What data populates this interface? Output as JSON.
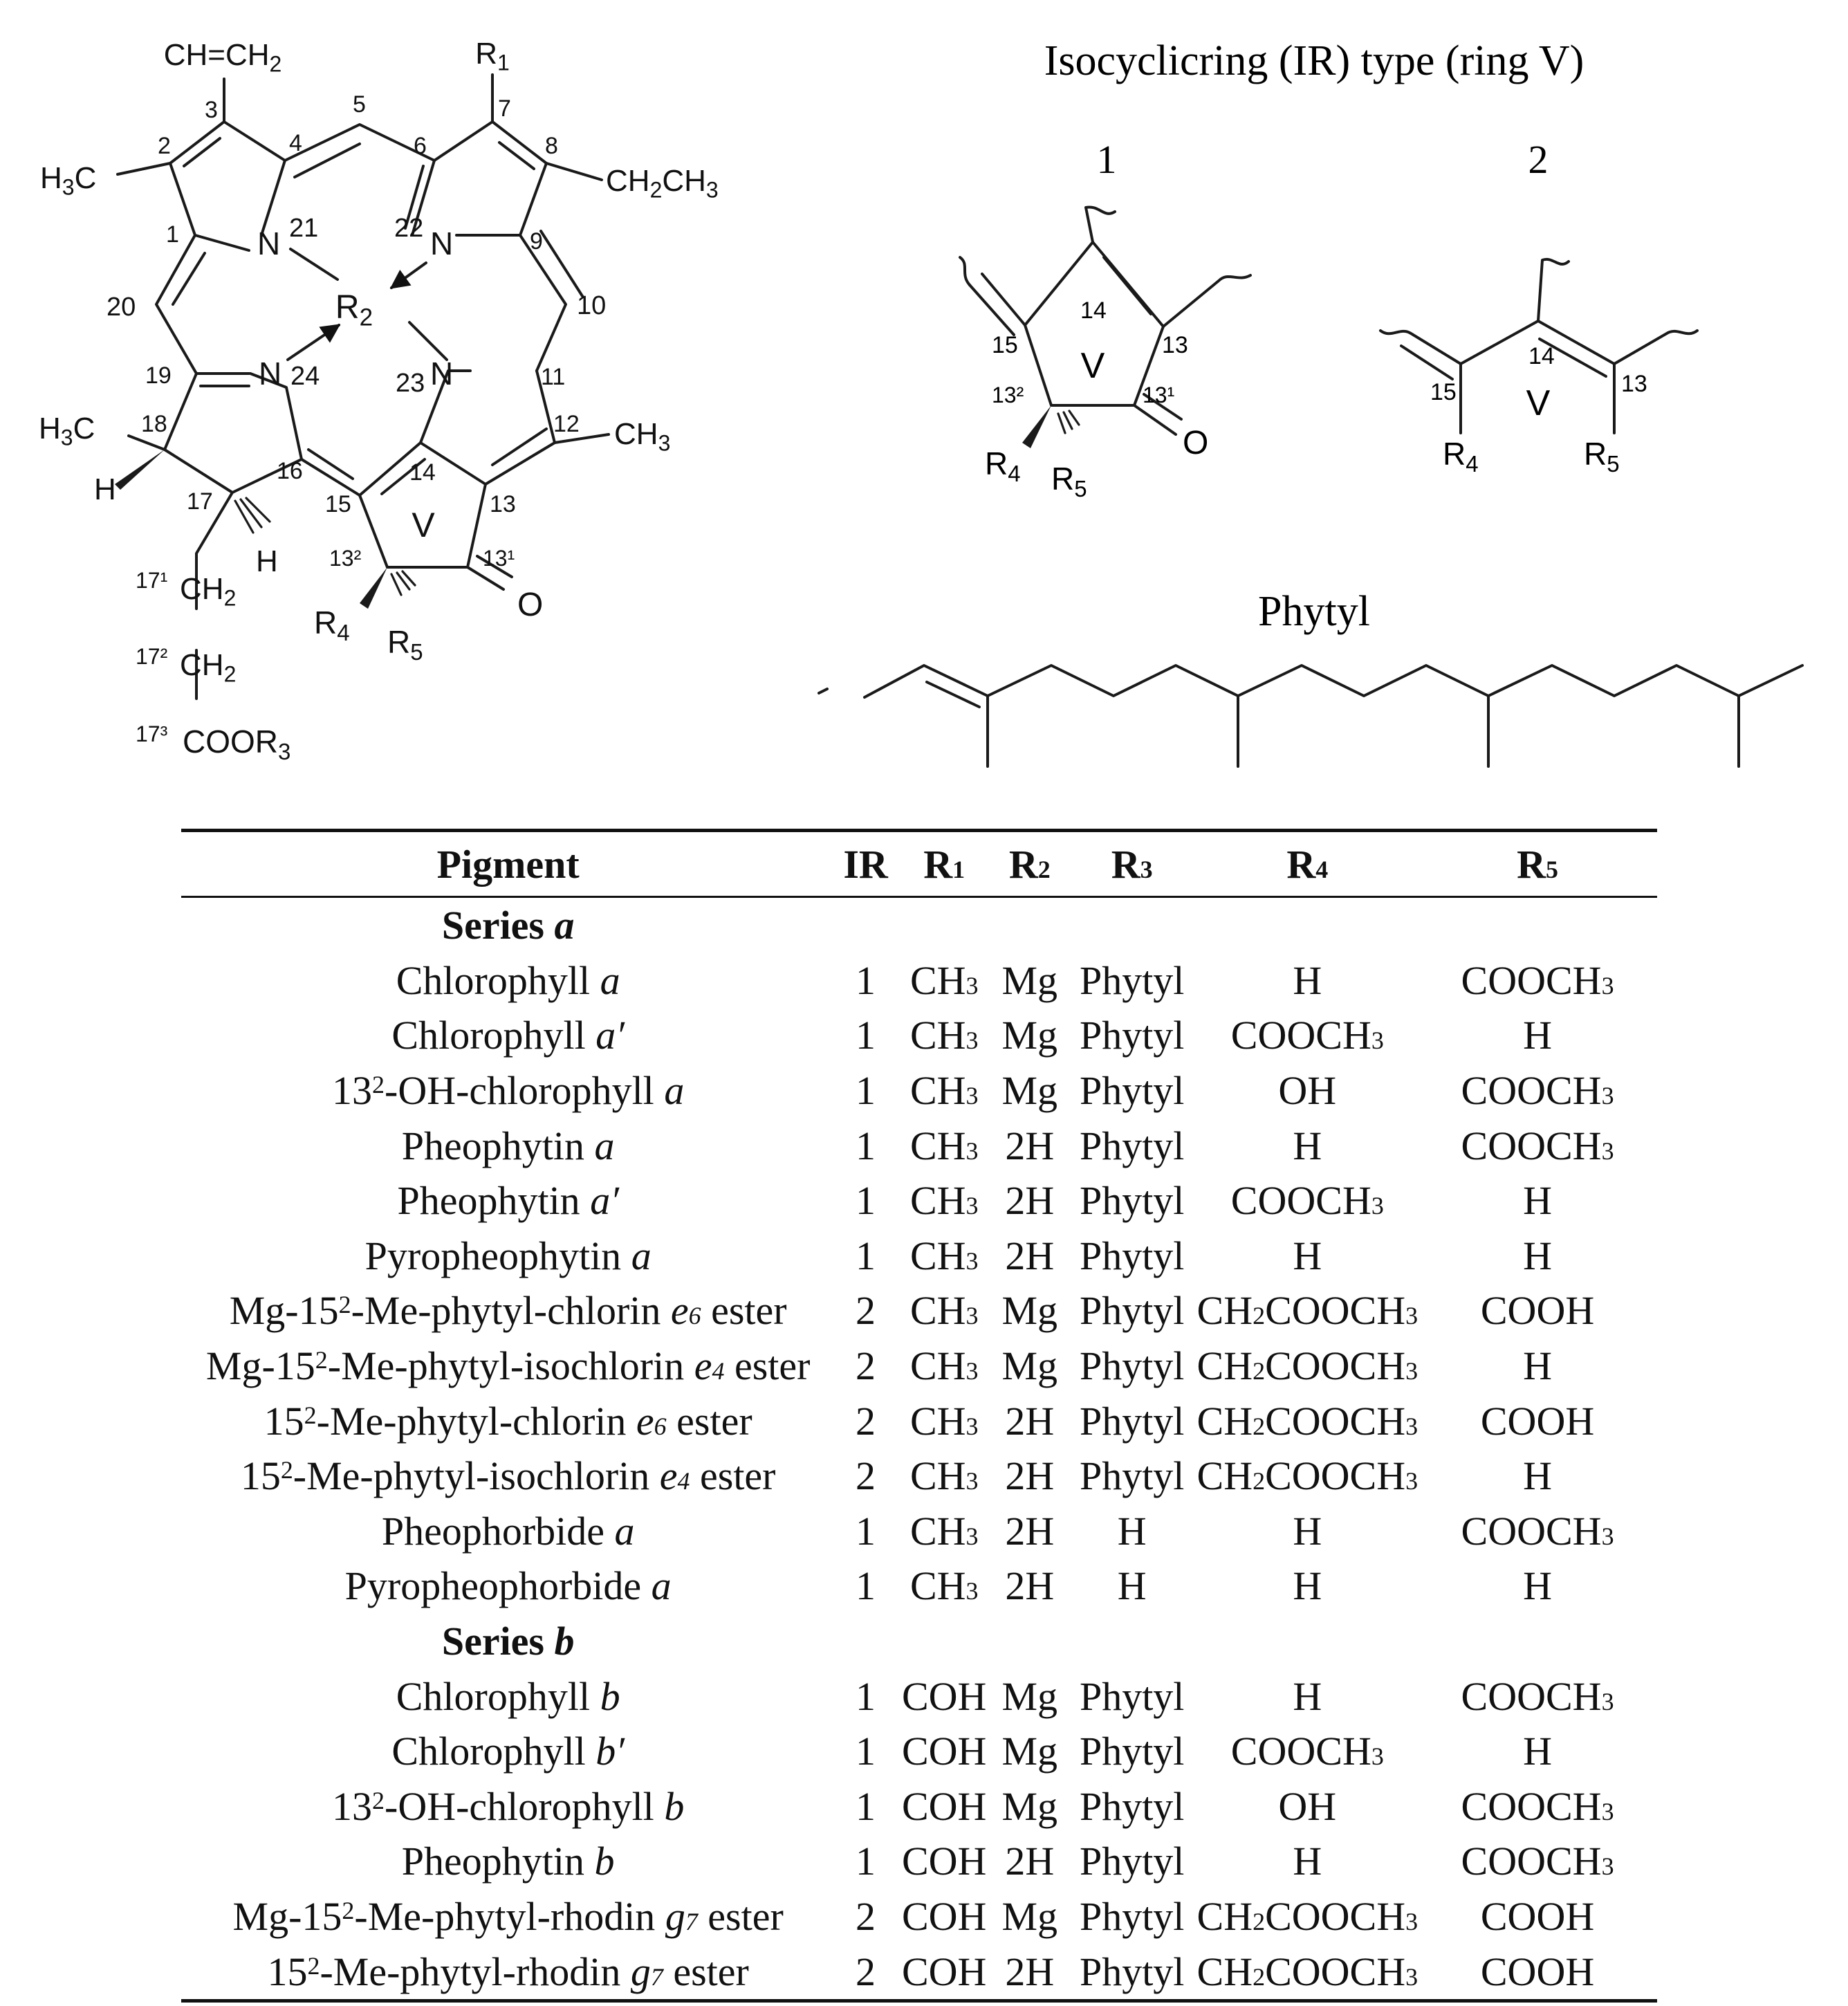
{
  "structure": {
    "ring_atoms": [
      "1",
      "2",
      "3",
      "4",
      "5",
      "6",
      "7",
      "8",
      "9",
      "10",
      "11",
      "12",
      "13",
      "14",
      "15",
      "16",
      "17",
      "18",
      "19",
      "20"
    ],
    "n_labels": [
      "21",
      "22",
      "23",
      "24"
    ],
    "ring_v_label": "V",
    "ring_v_atoms": [
      "13¹",
      "13²"
    ],
    "side_chain_positions": [
      "17¹",
      "17²",
      "17³"
    ],
    "groups": {
      "vinyl": "CH=CH2",
      "r1": "R1",
      "ethyl": "CH2CH3",
      "methyl_c2": "H3C",
      "methyl_c12": "CH3",
      "methyl_c18": "H3C",
      "r2": "R2",
      "h_c18": "H",
      "h_c17": "H",
      "ch2_1": "CH2",
      "ch2_2": "CH2",
      "coor3": "COOR3",
      "oxo": "O",
      "r4": "R4",
      "r5": "R5",
      "n": "N"
    }
  },
  "ir_panel": {
    "title": "Isocyclicring (IR) type (ring V)",
    "type1": {
      "label": "1",
      "atoms": [
        "15",
        "14",
        "13",
        "13²",
        "13¹"
      ],
      "ring": "V",
      "oxo": "O",
      "r4": "R4",
      "r5": "R5"
    },
    "type2": {
      "label": "2",
      "atoms": [
        "15",
        "14",
        "13"
      ],
      "ring": "V",
      "r4": "R4",
      "r5": "R5"
    }
  },
  "phytyl": {
    "title": "Phytyl"
  },
  "table": {
    "headers": [
      "Pigment",
      "IR",
      "R1",
      "R2",
      "R3",
      "R4",
      "R5"
    ],
    "series": [
      {
        "title": "Series a",
        "rows": [
          {
            "pigment": "Chlorophyll a",
            "ir": "1",
            "r1": "CH3",
            "r2": "Mg",
            "r3": "Phytyl",
            "r4": "H",
            "r5": "COOCH3"
          },
          {
            "pigment": "Chlorophyll a′",
            "ir": "1",
            "r1": "CH3",
            "r2": "Mg",
            "r3": "Phytyl",
            "r4": "COOCH3",
            "r5": "H"
          },
          {
            "pigment": "13²-OH-chlorophyll a",
            "ir": "1",
            "r1": "CH3",
            "r2": "Mg",
            "r3": "Phytyl",
            "r4": "OH",
            "r5": "COOCH3"
          },
          {
            "pigment": "Pheophytin a",
            "ir": "1",
            "r1": "CH3",
            "r2": "2H",
            "r3": "Phytyl",
            "r4": "H",
            "r5": "COOCH3"
          },
          {
            "pigment": "Pheophytin a′",
            "ir": "1",
            "r1": "CH3",
            "r2": "2H",
            "r3": "Phytyl",
            "r4": "COOCH3",
            "r5": "H"
          },
          {
            "pigment": "Pyropheophytin a",
            "ir": "1",
            "r1": "CH3",
            "r2": "2H",
            "r3": "Phytyl",
            "r4": "H",
            "r5": "H"
          },
          {
            "pigment": "Mg-15²-Me-phytyl-chlorin e6 ester",
            "ir": "2",
            "r1": "CH3",
            "r2": "Mg",
            "r3": "Phytyl",
            "r4": "CH2COOCH3",
            "r5": "COOH"
          },
          {
            "pigment": "Mg-15²-Me-phytyl-isochlorin e4 ester",
            "ir": "2",
            "r1": "CH3",
            "r2": "Mg",
            "r3": "Phytyl",
            "r4": "CH2COOCH3",
            "r5": "H"
          },
          {
            "pigment": "15²-Me-phytyl-chlorin e6 ester",
            "ir": "2",
            "r1": "CH3",
            "r2": "2H",
            "r3": "Phytyl",
            "r4": "CH2COOCH3",
            "r5": "COOH"
          },
          {
            "pigment": "15²-Me-phytyl-isochlorin e4 ester",
            "ir": "2",
            "r1": "CH3",
            "r2": "2H",
            "r3": "Phytyl",
            "r4": "CH2COOCH3",
            "r5": "H"
          },
          {
            "pigment": "Pheophorbide a",
            "ir": "1",
            "r1": "CH3",
            "r2": "2H",
            "r3": "H",
            "r4": "H",
            "r5": "COOCH3"
          },
          {
            "pigment": "Pyropheophorbide a",
            "ir": "1",
            "r1": "CH3",
            "r2": "2H",
            "r3": "H",
            "r4": "H",
            "r5": "H"
          }
        ]
      },
      {
        "title": "Series b",
        "rows": [
          {
            "pigment": "Chlorophyll b",
            "ir": "1",
            "r1": "COH",
            "r2": "Mg",
            "r3": "Phytyl",
            "r4": "H",
            "r5": "COOCH3"
          },
          {
            "pigment": "Chlorophyll b′",
            "ir": "1",
            "r1": "COH",
            "r2": "Mg",
            "r3": "Phytyl",
            "r4": "COOCH3",
            "r5": "H"
          },
          {
            "pigment": "13²-OH-chlorophyll b",
            "ir": "1",
            "r1": "COH",
            "r2": "Mg",
            "r3": "Phytyl",
            "r4": "OH",
            "r5": "COOCH3"
          },
          {
            "pigment": "Pheophytin b",
            "ir": "1",
            "r1": "COH",
            "r2": "2H",
            "r3": "Phytyl",
            "r4": "H",
            "r5": "COOCH3"
          },
          {
            "pigment": "Mg-15²-Me-phytyl-rhodin g7 ester",
            "ir": "2",
            "r1": "COH",
            "r2": "Mg",
            "r3": "Phytyl",
            "r4": "CH2COOCH3",
            "r5": "COOH"
          },
          {
            "pigment": "15²-Me-phytyl-rhodin g7 ester",
            "ir": "2",
            "r1": "COH",
            "r2": "2H",
            "r3": "Phytyl",
            "r4": "CH2COOCH3",
            "r5": "COOH"
          }
        ]
      }
    ]
  }
}
